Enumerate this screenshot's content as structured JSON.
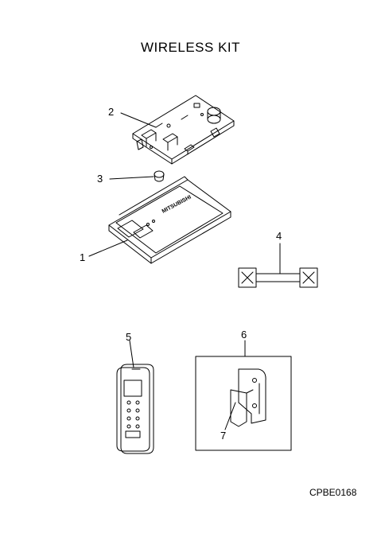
{
  "title": "WIRELESS KIT",
  "drawing_code": "CPBE0168",
  "callouts": {
    "c1": "1",
    "c2": "2",
    "c3": "3",
    "c4": "4",
    "c5": "5",
    "c6": "6",
    "c7": "7"
  },
  "receiver_brand": "MITSUBISHI"
}
